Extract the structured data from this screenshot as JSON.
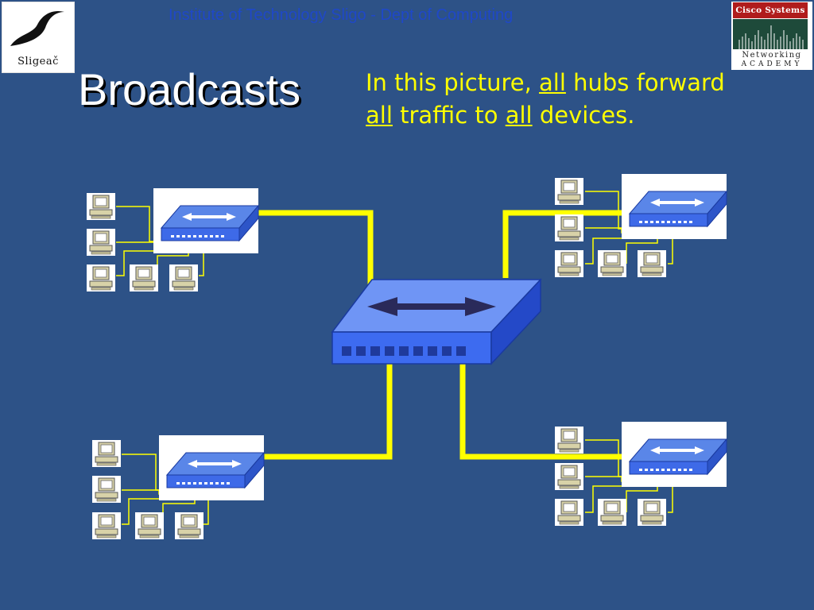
{
  "header": {
    "text": "Institute of Technology Sligo - Dept of Computing"
  },
  "logos": {
    "left_text": "Sligeač",
    "right_brand": "Cisco Systems",
    "right_line1": "Networking",
    "right_line2": "ACADEMY"
  },
  "title": "Broadcasts",
  "caption": {
    "p1": "In this picture, ",
    "w1": "all",
    "p2": " hubs forward ",
    "w2": "all",
    "p3": " traffic to ",
    "w3": "all",
    "p4": " devices."
  },
  "diagram": {
    "central_device": "hub",
    "hub_count": 4,
    "hosts_per_hub": 5,
    "link_color": "#ffff00",
    "device_color": "#3d6bf0",
    "background_color": "#2d5287"
  }
}
